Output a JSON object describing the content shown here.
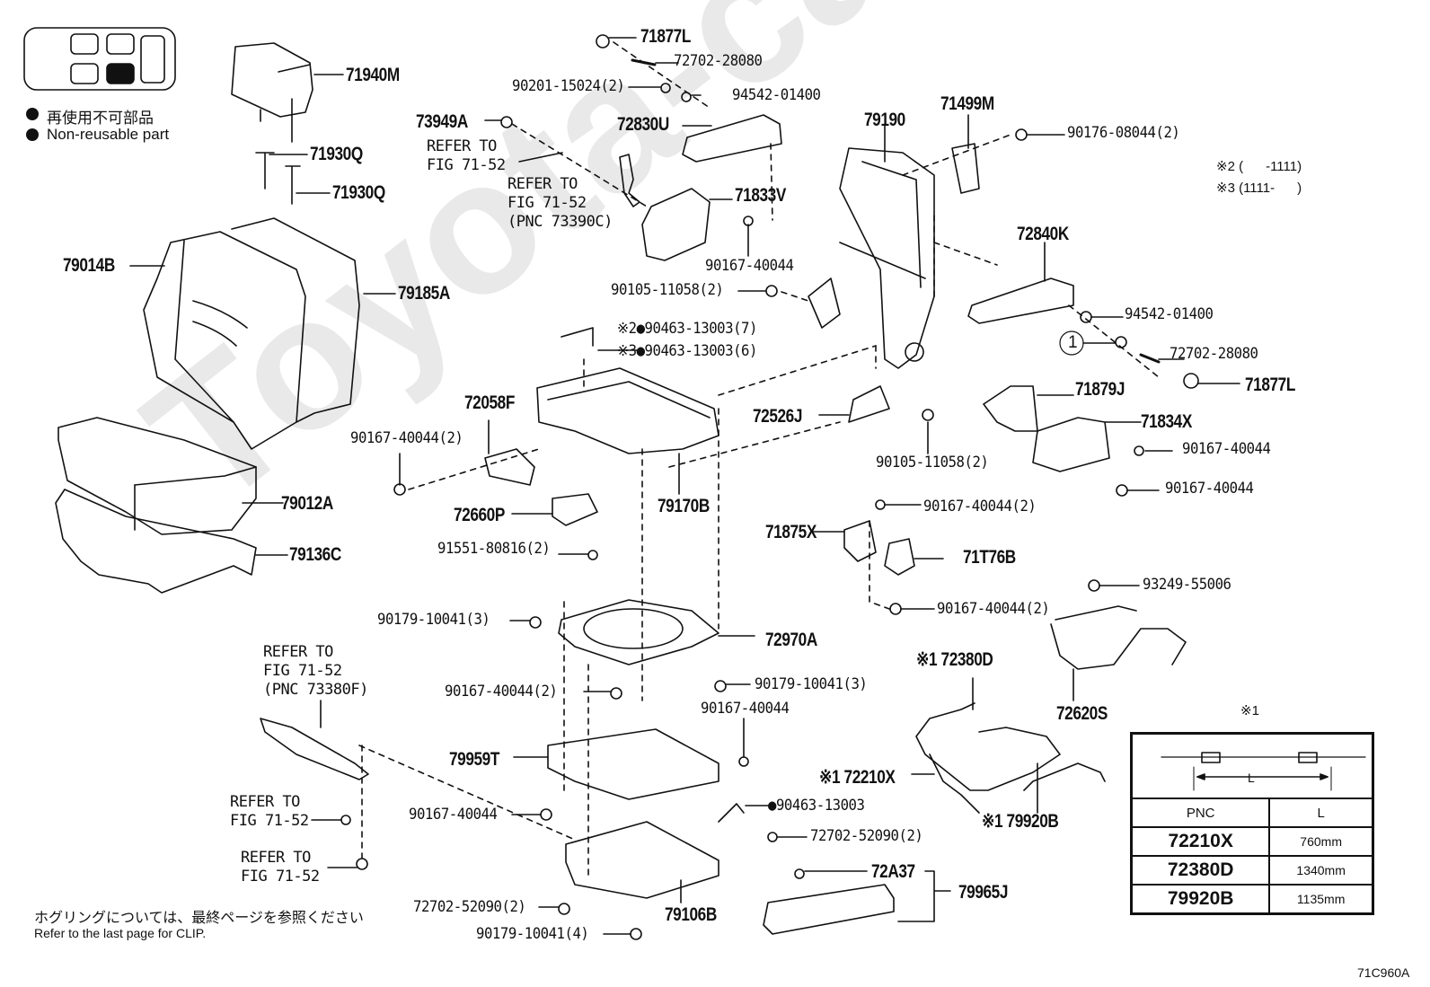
{
  "watermark": "Toyota-carline.ru",
  "legend": {
    "jp_label": "再使用不可部品",
    "en_label": "Non-reusable part",
    "bullet_icon": "filled-circle-icon"
  },
  "series_notes": {
    "note2": "※2 (      -1111)",
    "note3": "※3 (1111-      )"
  },
  "labels": {
    "p71940M": "71940M",
    "p71930Q_a": "71930Q",
    "p71930Q_b": "71930Q",
    "p79014B": "79014B",
    "p79185A": "79185A",
    "p79012A": "79012A",
    "p79136C": "79136C",
    "p71877L_top": "71877L",
    "p72702_28080_top": "72702-28080",
    "p90201_15024": "90201-15024(2)",
    "p94542_01400_top": "94542-01400",
    "p73949A": "73949A",
    "p72830U": "72830U",
    "ref1": "REFER TO\nFIG 71-52",
    "ref2": "REFER TO\nFIG 71-52\n(PNC 73390C)",
    "p71833V": "71833V",
    "p90167_40044_a": "90167-40044",
    "p79190": "79190",
    "p71499M": "71499M",
    "p90176_08044": "90176-08044(2)",
    "p72840K": "72840K",
    "p94542_01400_r": "94542-01400",
    "circle1": "1",
    "p72702_28080_r": "72702-28080",
    "p71877L_r": "71877L",
    "p90105_11058_a": "90105-11058(2)",
    "p90463_7": "※2●90463-13003(7)",
    "p90463_6": "※3●90463-13003(6)",
    "p72526J": "72526J",
    "p71879J": "71879J",
    "p71834X": "71834X",
    "p90167_40044_b": "90167-40044",
    "p90167_40044_c": "90167-40044",
    "p90105_11058_b": "90105-11058(2)",
    "p72058F": "72058F",
    "p90167_40044_2a": "90167-40044(2)",
    "p79170B": "79170B",
    "p72660P": "72660P",
    "p91551_80816": "91551-80816(2)",
    "p90167_40044_2b": "90167-40044(2)",
    "p71875X": "71875X",
    "p71T76B": "71T76B",
    "p90167_40044_2c": "90167-40044(2)",
    "p93249_55006": "93249-55006",
    "p90179_10041_a": "90179-10041(3)",
    "p72970A": "72970A",
    "p90179_10041_b": "90179-10041(3)",
    "p90167_40044_2d": "90167-40044(2)",
    "p90167_40044_d": "90167-40044",
    "p72380D": "※1 72380D",
    "p72620S": "72620S",
    "ref3": "REFER TO\nFIG 71-52\n(PNC 73380F)",
    "p79959T": "79959T",
    "p72210X": "※1 72210X",
    "ref4": "REFER TO\nFIG 71-52",
    "p90167_40044_e": "90167-40044",
    "p90463_13003": "●90463-13003",
    "p79920B": "※1 79920B",
    "ref5": "REFER TO\nFIG 71-52",
    "p72702_52090_a": "72702-52090(2)",
    "p72A37": "72A37",
    "p79965J": "79965J",
    "p72702_52090_b": "72702-52090(2)",
    "p79106B": "79106B",
    "p90179_10041_c": "90179-10041(4)"
  },
  "cable_table": {
    "title": "※1",
    "dimension_label": "L",
    "headers": [
      "PNC",
      "L"
    ],
    "rows": [
      {
        "pnc": "72210X",
        "length": "760mm"
      },
      {
        "pnc": "72380D",
        "length": "1340mm"
      },
      {
        "pnc": "79920B",
        "length": "1135mm"
      }
    ]
  },
  "footer": {
    "clip_note_jp": "ホグリングについては、最終ページを参照ください",
    "clip_note_en": "Refer to the last page for CLIP.",
    "figure_id": "71C960A"
  }
}
